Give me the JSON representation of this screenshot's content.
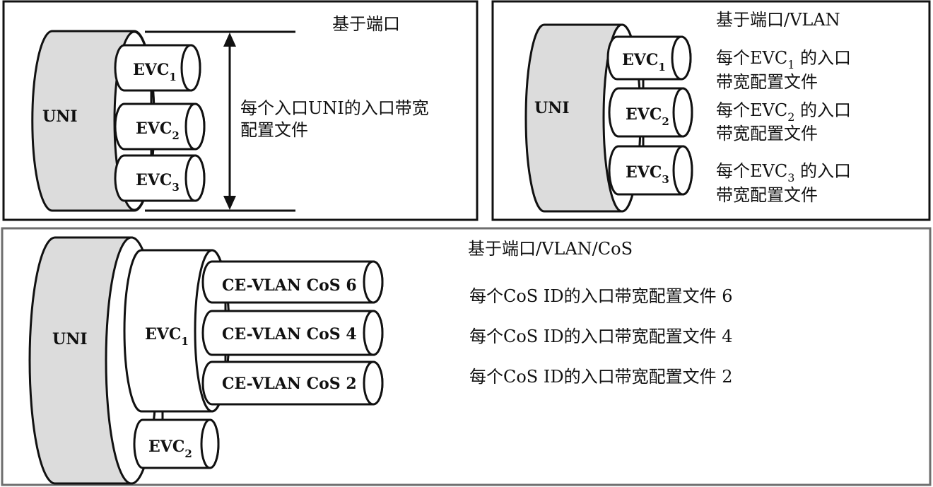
{
  "panel1": {
    "title": "基于端口",
    "uni": "UNI",
    "evcs": [
      {
        "base": "EVC",
        "sub": "1"
      },
      {
        "base": "EVC",
        "sub": "2"
      },
      {
        "base": "EVC",
        "sub": "3"
      }
    ],
    "desc_line1": "每个入口UNI的入口带宽",
    "desc_line2": "配置文件"
  },
  "panel2": {
    "title": "基于端口/VLAN",
    "uni": "UNI",
    "evcs": [
      {
        "base": "EVC",
        "sub": "1"
      },
      {
        "base": "EVC",
        "sub": "2"
      },
      {
        "base": "EVC",
        "sub": "3"
      }
    ],
    "descs": [
      {
        "pre": "每个EVC",
        "sub": "1",
        "post": " 的入口",
        "line2": "带宽配置文件"
      },
      {
        "pre": "每个EVC",
        "sub": "2",
        "post": " 的入口",
        "line2": "带宽配置文件"
      },
      {
        "pre": "每个EVC",
        "sub": "3",
        "post": " 的入口",
        "line2": "带宽配置文件"
      }
    ]
  },
  "panel3": {
    "title": "基于端口/VLAN/CoS",
    "uni": "UNI",
    "evc1": {
      "base": "EVC",
      "sub": "1"
    },
    "evc2": {
      "base": "EVC",
      "sub": "2"
    },
    "cos": [
      "CE-VLAN CoS 6",
      "CE-VLAN CoS 4",
      "CE-VLAN CoS 2"
    ],
    "descs": [
      "每个CoS ID的入口带宽配置文件 6",
      "每个CoS ID的入口带宽配置文件 4",
      "每个CoS ID的入口带宽配置文件 2"
    ]
  }
}
